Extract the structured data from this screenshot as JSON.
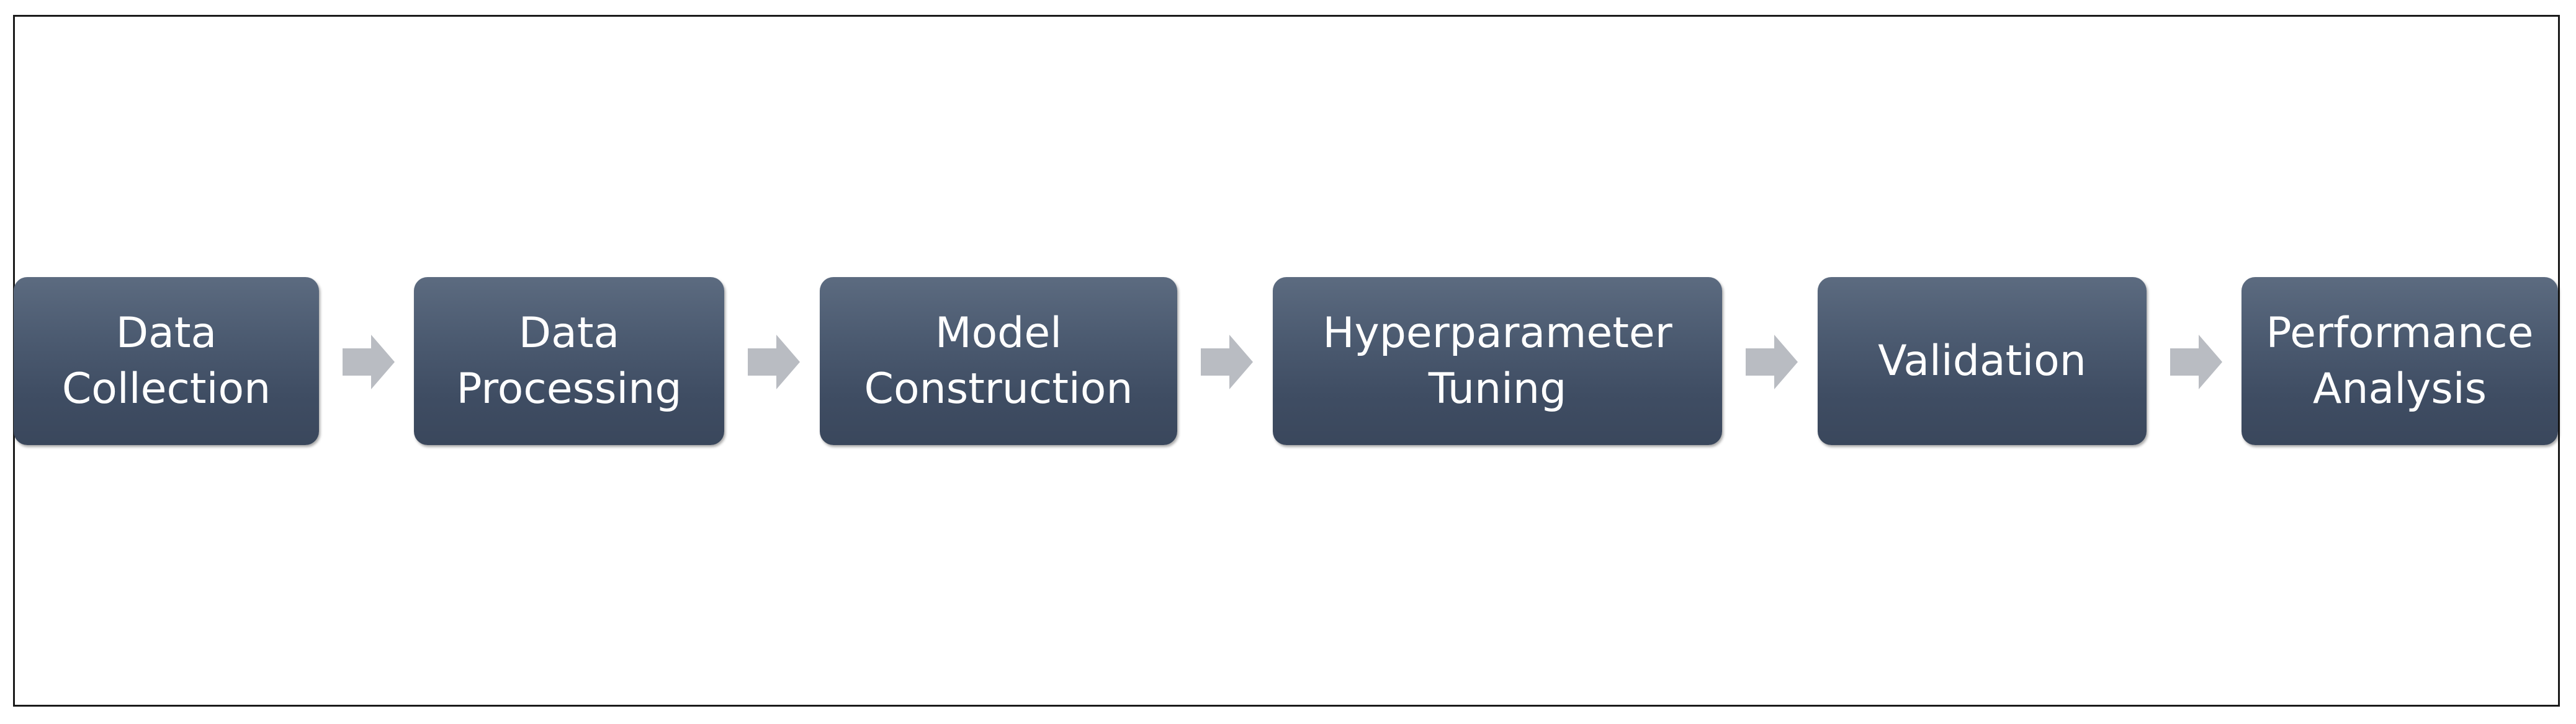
{
  "diagram": {
    "steps": [
      {
        "label": "Data\nCollection"
      },
      {
        "label": "Data\nProcessing"
      },
      {
        "label": "Model\nConstruction"
      },
      {
        "label": "Hyperparameter\nTuning"
      },
      {
        "label": "Validation"
      },
      {
        "label": "Performance\nAnalysis"
      }
    ],
    "colors": {
      "box_fill": "#46556b",
      "box_text": "#ffffff",
      "arrow_fill": "#b9bcc2",
      "border": "#1a1a1a"
    },
    "icons": {
      "connector": "arrow-right-icon"
    }
  }
}
